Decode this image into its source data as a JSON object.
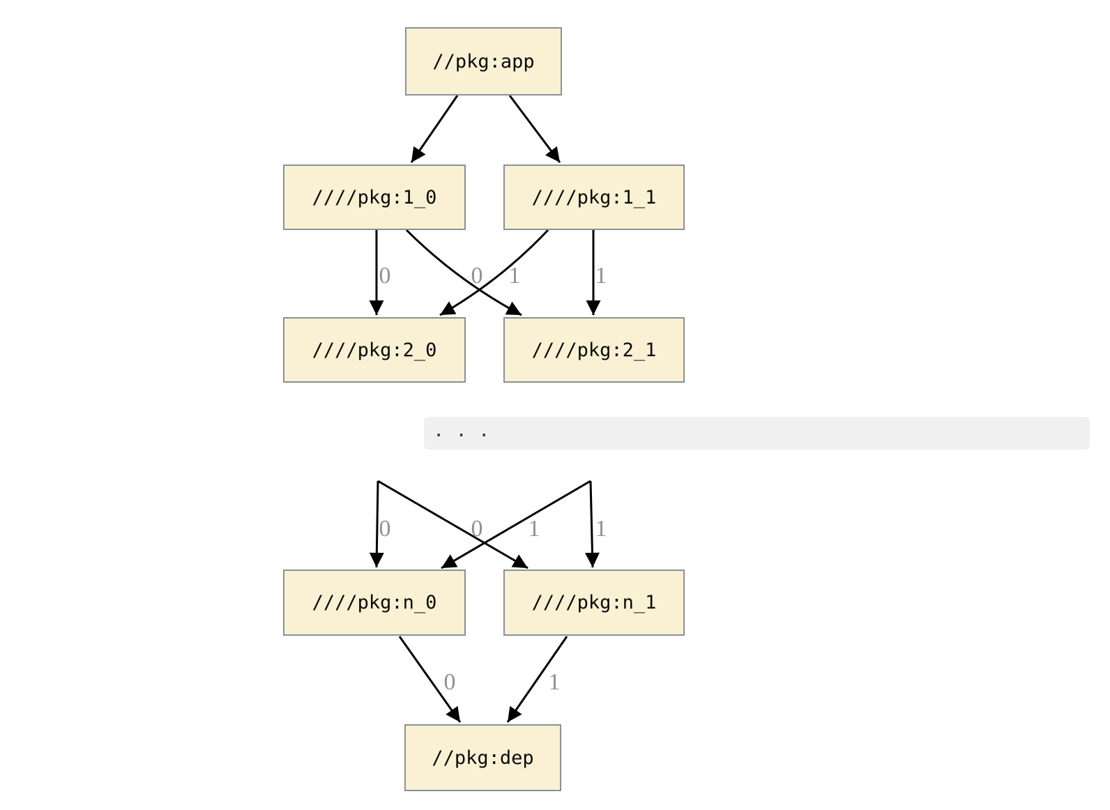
{
  "diagram": {
    "kind": "build-dependency-graph",
    "nodes": [
      {
        "id": "app",
        "label": "//pkg:app"
      },
      {
        "id": "1_0",
        "label": "////pkg:1_0"
      },
      {
        "id": "1_1",
        "label": "////pkg:1_1"
      },
      {
        "id": "2_0",
        "label": "////pkg:2_0"
      },
      {
        "id": "2_1",
        "label": "////pkg:2_1"
      },
      {
        "id": "n_0",
        "label": "////pkg:n_0"
      },
      {
        "id": "n_1",
        "label": "////pkg:n_1"
      },
      {
        "id": "dep",
        "label": "//pkg:dep"
      }
    ],
    "edges": [
      {
        "from": "app",
        "to": "1_0",
        "label": ""
      },
      {
        "from": "app",
        "to": "1_1",
        "label": ""
      },
      {
        "from": "1_0",
        "to": "2_0",
        "label": "0"
      },
      {
        "from": "1_0",
        "to": "2_1",
        "label": "1"
      },
      {
        "from": "1_1",
        "to": "2_0",
        "label": "0"
      },
      {
        "from": "1_1",
        "to": "2_1",
        "label": "1"
      },
      {
        "from": "...",
        "to": "n_0",
        "label": "0"
      },
      {
        "from": "...",
        "to": "n_1",
        "label": "1"
      },
      {
        "from": "...",
        "to": "n_0",
        "label": "0"
      },
      {
        "from": "...",
        "to": "n_1",
        "label": "1"
      },
      {
        "from": "n_0",
        "to": "dep",
        "label": "0"
      },
      {
        "from": "n_1",
        "to": "dep",
        "label": "1"
      }
    ],
    "ellipsis": ". . .",
    "colors": {
      "node_fill": "#faf1d4",
      "node_border": "#8a9096",
      "edge": "#000000",
      "edge_label": "#8f9193",
      "ellipsis_band": "#f0f0f0",
      "background": "#ffffff"
    }
  }
}
